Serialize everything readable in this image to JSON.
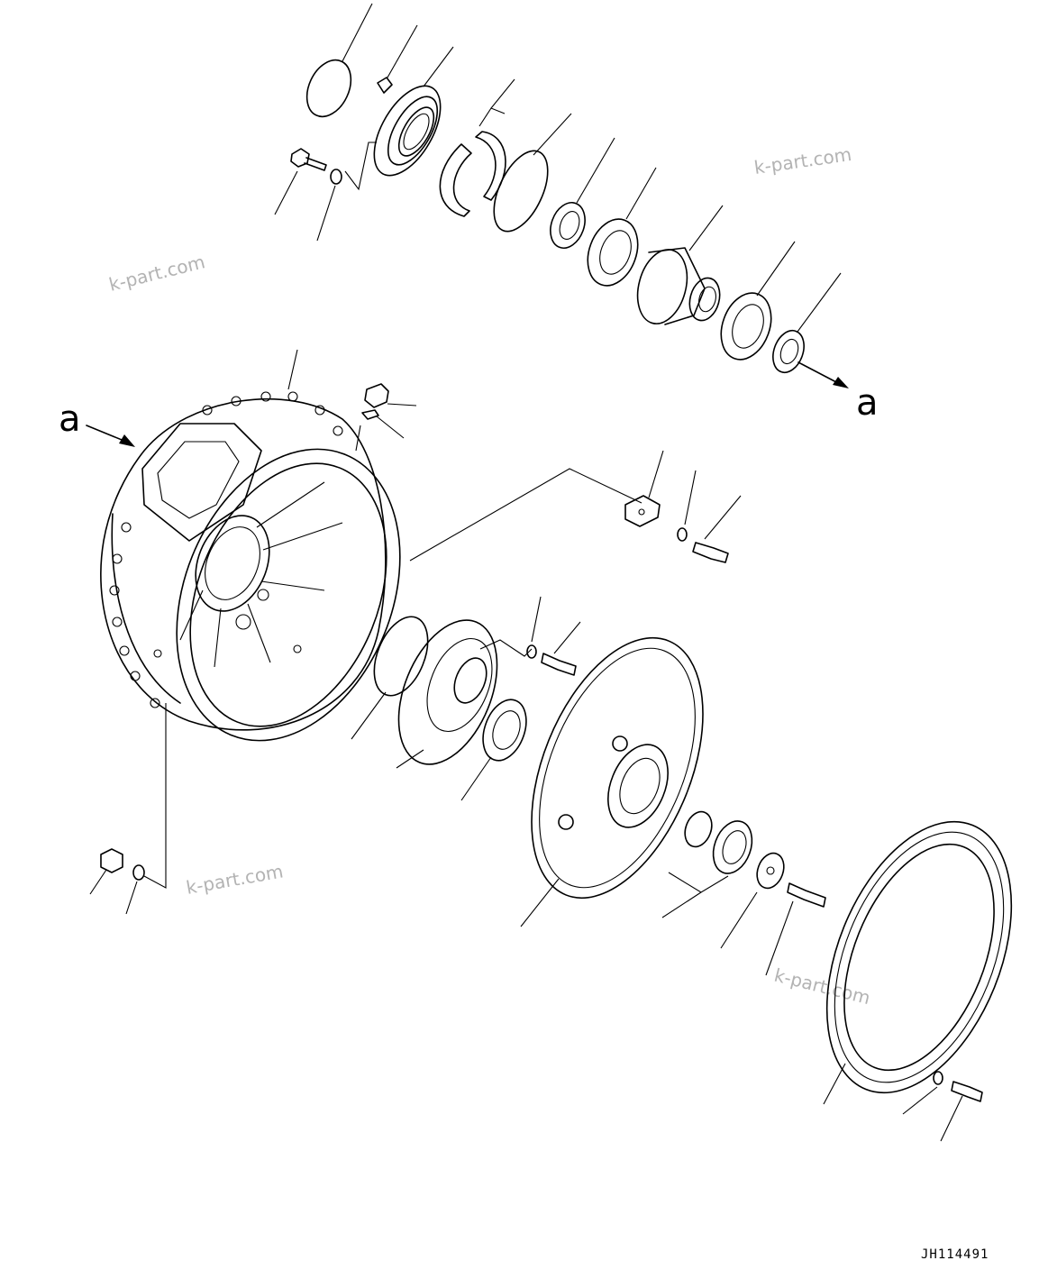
{
  "diagram": {
    "callout_letter_left": "a",
    "callout_letter_right": "a",
    "watermarks": [
      "k-part.com",
      "k-part.com",
      "k-part.com",
      "k-part.com"
    ],
    "drawing_code": "JH114491"
  }
}
